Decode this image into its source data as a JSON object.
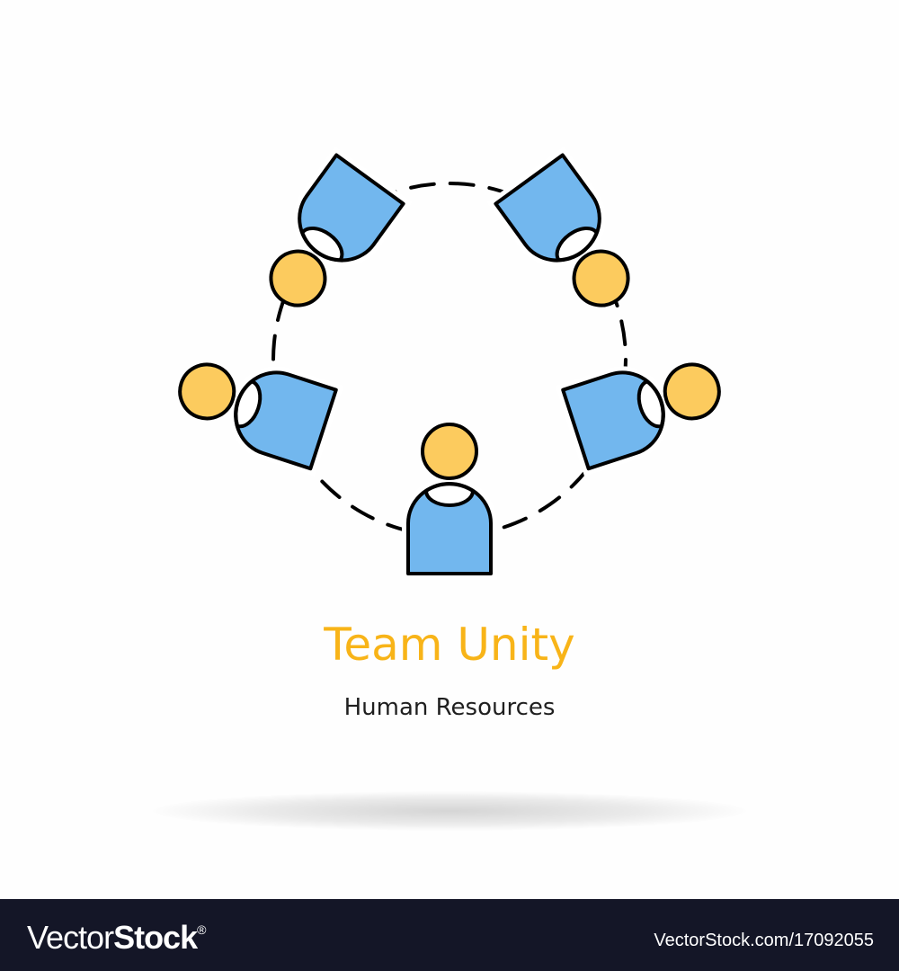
{
  "logo": {
    "title": "Team Unity",
    "subtitle": "Human Resources",
    "icon": "team-circle-icon",
    "colors": {
      "title": "#F8B418",
      "subtitle": "#1F1F1F",
      "head_fill": "#FCCB5E",
      "body_fill": "#72B7EE",
      "outline": "#000000",
      "dashed_circle": "#000000"
    },
    "figures_count": 5
  },
  "footer": {
    "brand_light": "Vector",
    "brand_bold": "Stock",
    "brand_mark": "®",
    "url": "VectorStock.com/17092055",
    "background": "#141627"
  }
}
